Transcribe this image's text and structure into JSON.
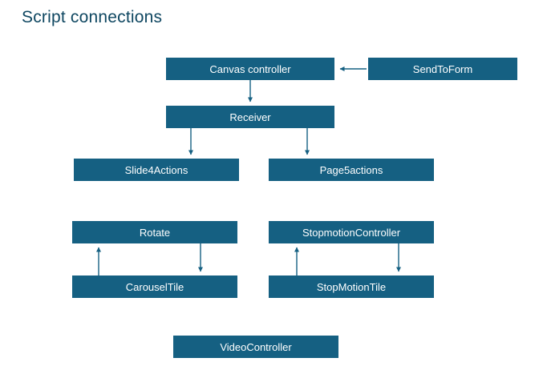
{
  "page": {
    "title": "Script connections"
  },
  "colors": {
    "node_fill": "#156082",
    "node_text": "#ffffff",
    "arrow": "#156082",
    "title_text": "#0f4761",
    "background": "#ffffff"
  },
  "nodes": [
    {
      "id": "canvas-controller",
      "label": "Canvas controller"
    },
    {
      "id": "send-to-form",
      "label": "SendToForm"
    },
    {
      "id": "receiver",
      "label": "Receiver"
    },
    {
      "id": "slide4actions",
      "label": "Slide4Actions"
    },
    {
      "id": "page5actions",
      "label": "Page5actions"
    },
    {
      "id": "rotate",
      "label": "Rotate"
    },
    {
      "id": "stopmotion-controller",
      "label": "StopmotionController"
    },
    {
      "id": "carousel-tile",
      "label": "CarouselTile"
    },
    {
      "id": "stopmotion-tile",
      "label": "StopMotionTile"
    },
    {
      "id": "video-controller",
      "label": "VideoController"
    }
  ],
  "edges": [
    {
      "from": "SendToForm",
      "to": "Canvas controller"
    },
    {
      "from": "Canvas controller",
      "to": "Receiver"
    },
    {
      "from": "Receiver",
      "to": "Slide4Actions"
    },
    {
      "from": "Receiver",
      "to": "Page5actions"
    },
    {
      "from": "CarouselTile",
      "to": "Rotate"
    },
    {
      "from": "Rotate",
      "to": "CarouselTile"
    },
    {
      "from": "StopMotionTile",
      "to": "StopmotionController"
    },
    {
      "from": "StopmotionController",
      "to": "StopMotionTile"
    }
  ]
}
